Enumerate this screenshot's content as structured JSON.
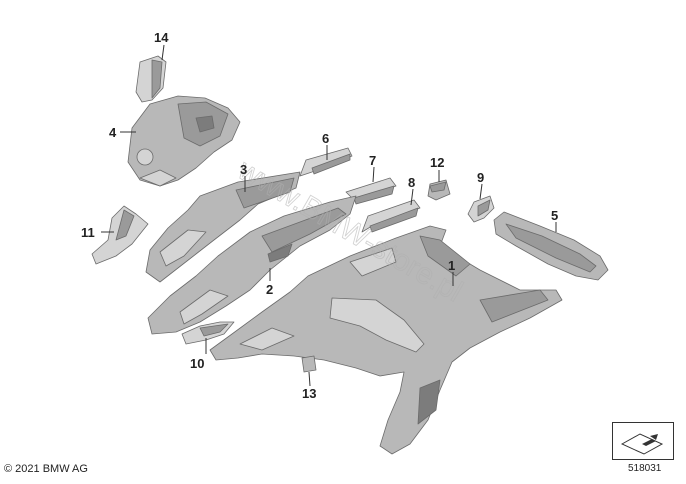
{
  "callouts": [
    {
      "label": "1"
    },
    {
      "label": "2"
    },
    {
      "label": "3"
    },
    {
      "label": "4"
    },
    {
      "label": "5"
    },
    {
      "label": "6"
    },
    {
      "label": "7"
    },
    {
      "label": "8"
    },
    {
      "label": "9"
    },
    {
      "label": "10"
    },
    {
      "label": "11"
    },
    {
      "label": "12"
    },
    {
      "label": "13"
    },
    {
      "label": "14"
    }
  ],
  "footer": {
    "copyright": "© 2021 BMW AG",
    "diagram_number": "518031"
  },
  "watermark": "www.BMW-store.pl",
  "icons": {
    "legend": "orientation-arrow-icon"
  }
}
